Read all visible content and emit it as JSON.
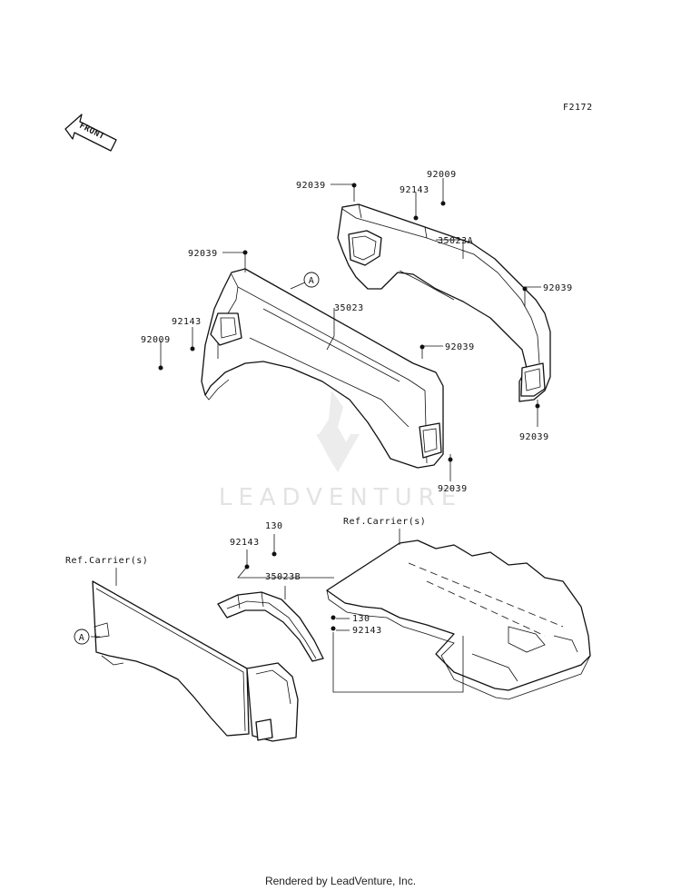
{
  "diagram": {
    "figure_code": "F2172",
    "front_arrow": "FRONT",
    "watermark": "LEADVENTURE",
    "labels": {
      "p92009_top": "92009",
      "p92039_top": "92039",
      "p92143_top": "92143",
      "p35023A": "35023A",
      "p92039_rear_right": "92039",
      "p92039_rear_bottom": "92039",
      "p92039_front_top": "92039",
      "pA_callout": "A",
      "p35023": "35023",
      "p92143_front": "92143",
      "p92009_front": "92009",
      "p92039_front_mid": "92039",
      "p92039_front_bottom": "92039",
      "p130_top": "130",
      "p92143_mid": "92143",
      "ref_carrier_right": "Ref.Carrier(s)",
      "ref_carrier_left": "Ref.Carrier(s)",
      "p35023B": "35023B",
      "p130_low": "130",
      "p92143_low": "92143",
      "pA_left": "A"
    }
  },
  "footer": {
    "text": "Rendered by LeadVenture, Inc."
  }
}
